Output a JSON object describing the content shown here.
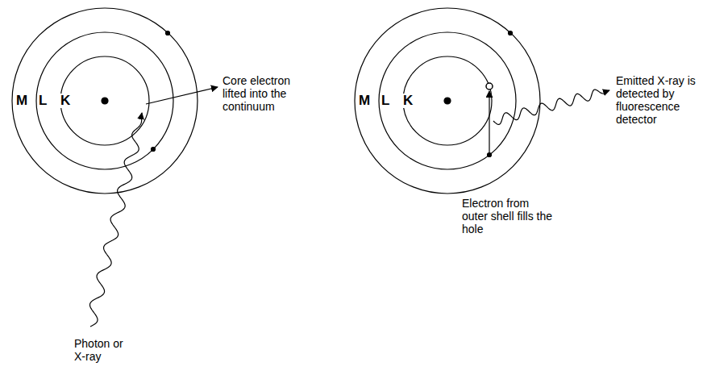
{
  "diagram": {
    "labels": [
      "M",
      "L",
      "K",
      "Core electron lifted into the continuum",
      "Photon or X-ray",
      "M",
      "L",
      "K",
      "Emitted X-ray is detected by fluorescence detector",
      "Electron from outer shell fills the hole"
    ]
  }
}
